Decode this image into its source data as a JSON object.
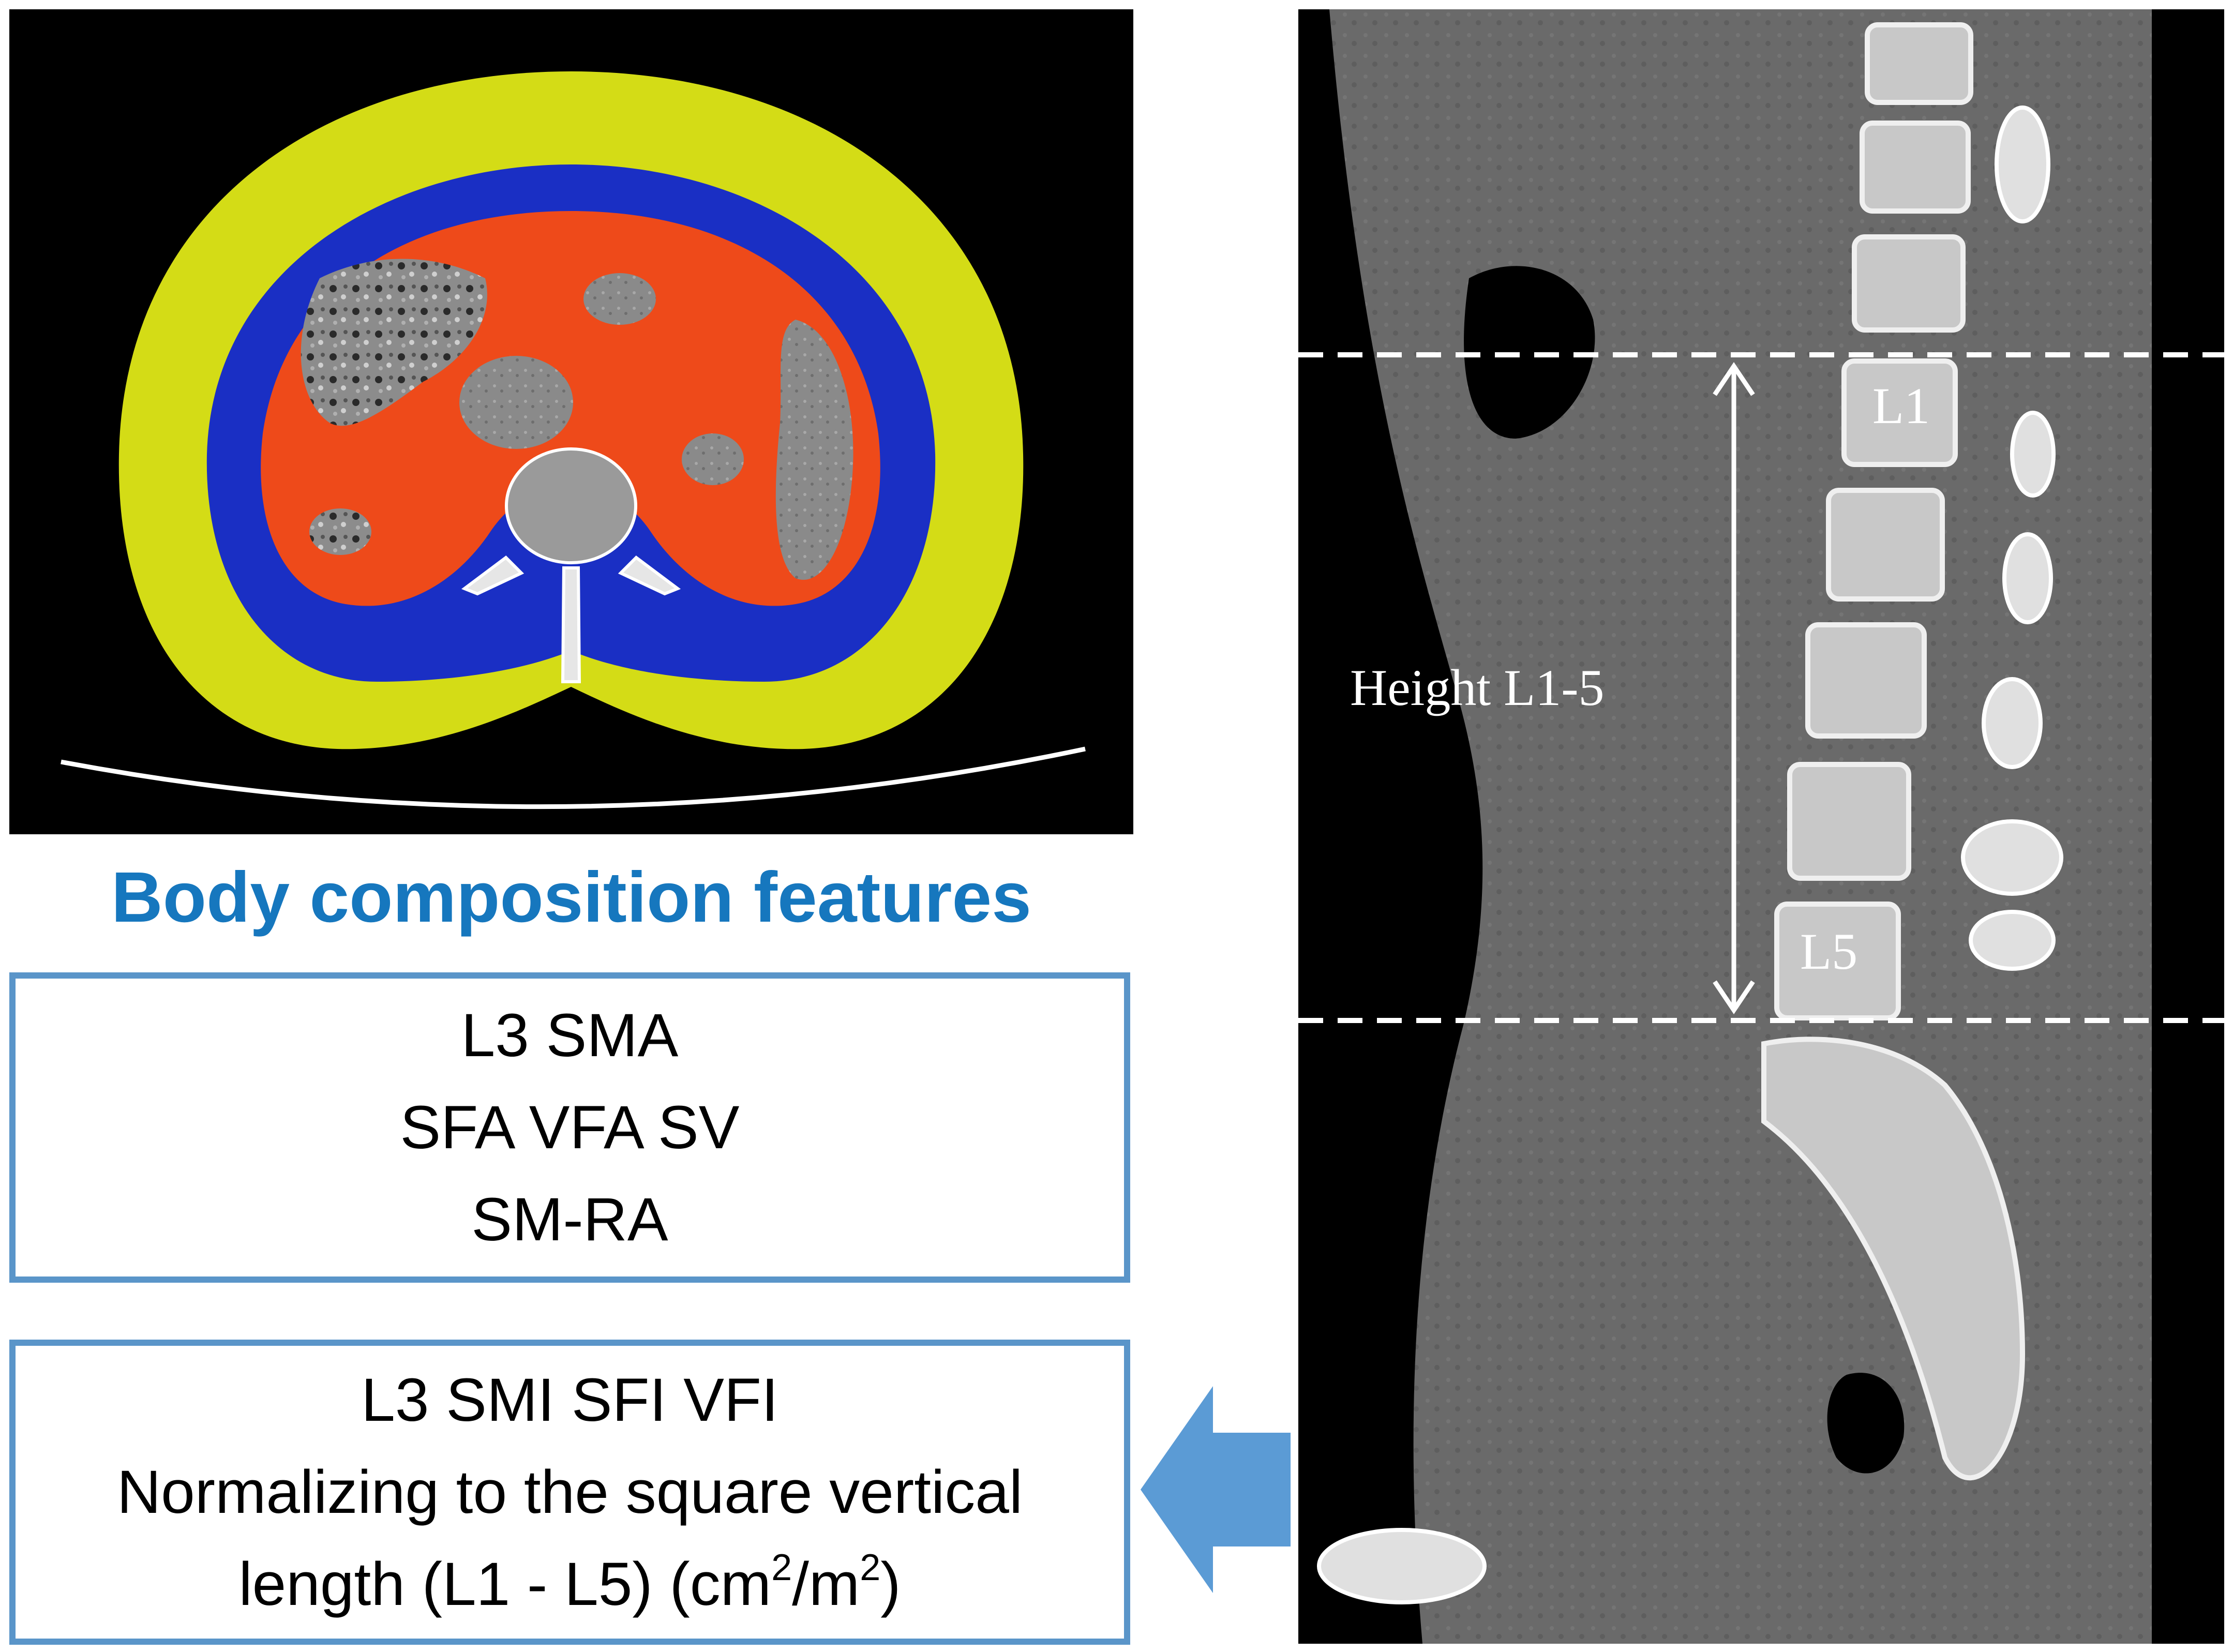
{
  "section_title": "Body composition features",
  "features_box": {
    "lines": [
      "L3 SMA",
      "SFA VFA SV",
      "SM-RA"
    ]
  },
  "normalized_box": {
    "line1": "L3 SMI SFI VFI",
    "line2": "Normalizing to the square vertical",
    "line3_pre": "length (L1 - L5) (cm",
    "line3_sup1": "2",
    "line3_mid": "/m",
    "line3_sup2": "2",
    "line3_post": ")"
  },
  "sagittal_labels": {
    "top_vertebra": "L1",
    "bottom_vertebra": "L5",
    "height_label": "Height L1-5"
  },
  "colors": {
    "subcutaneous_fat": "#d4dc16",
    "skeletal_muscle": "#1a2fc4",
    "visceral_fat": "#ee4a1a",
    "title_blue": "#1677be",
    "box_border": "#5a95c9",
    "arrow_fill": "#5b9bd5"
  }
}
